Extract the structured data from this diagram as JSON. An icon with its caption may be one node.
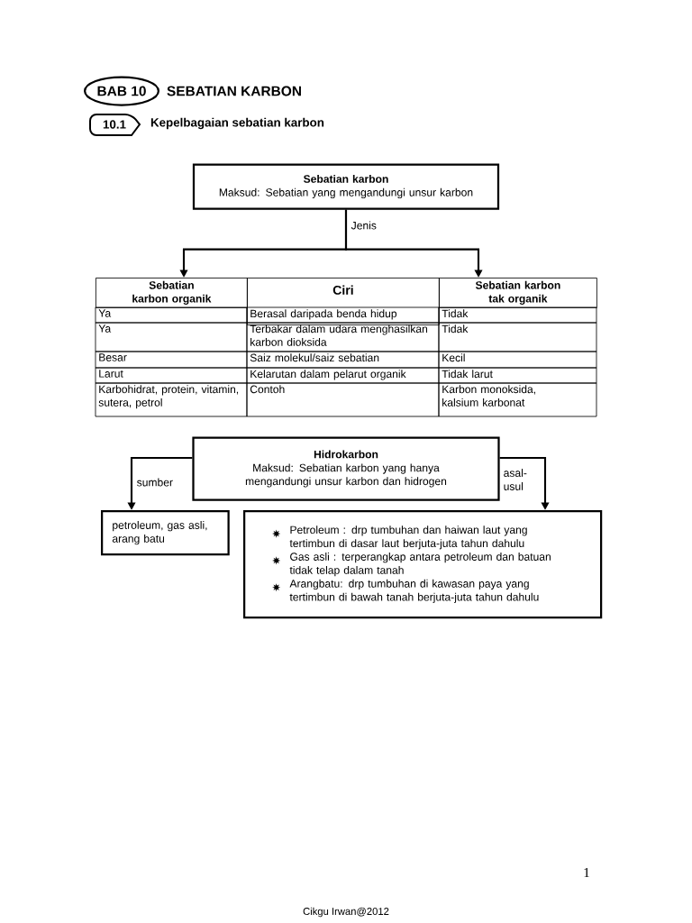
{
  "diagram": {
    "title": "SEBATIAN KARBON",
    "nodes": [
      {
        "text": [
          "BAB 10"
        ]
      },
      {
        "text": [
          "10.1"
        ]
      },
      {
        "text": [
          "Sebatian karbon",
          "Maksud: Sebatian yang mengandungi unsur karbon"
        ]
      },
      {
        "text": [
          "Sebatian karbon organik"
        ]
      },
      {
        "text": [
          "Sebatian karbon tak organik"
        ]
      },
      {
        "text": [
          "Hidrokarbon",
          "Maksud: Sebatian karbon yang hanya mengandungi unsur karbon dan hidrogen"
        ]
      },
      {
        "text": [
          "petroleum, gas asli, arang batu"
        ]
      },
      {
        "text": [
          "Petroleum : drp tumbuhan dan haiwan laut yang tertimbun di dasar laut berjuta-juta tahun dahulu",
          "Gas asli : terperangkap antara petroleum dan batuan tidak telap dalam tanah",
          "Arangbatu: drp tumbuhan di kawasan paya yang tertimbun di bawah tanah berjuta-juta tahun dahulu"
        ]
      }
    ],
    "edges": [
      {
        "from": 2,
        "to": 3,
        "arrow": "to",
        "label": "Jenis"
      },
      {
        "from": 2,
        "to": 4,
        "arrow": "to"
      },
      {
        "from": 5,
        "to": 6,
        "arrow": "to",
        "label": "sumber"
      },
      {
        "from": 5,
        "to": 7,
        "arrow": "to",
        "label": "asal-usul"
      }
    ],
    "labels": [
      "Kepelbagaian sebatian karbon",
      "Ciri",
      "Ya",
      "Berasal daripada benda hidup",
      "Tidak",
      "Ya",
      "Terbakar dalam udara menghasilkan karbon dioksida",
      "Tidak",
      "Besar",
      "Saiz molekul/saiz sebatian",
      "Kecil",
      "Larut",
      "Kelarutan dalam pelarut organik",
      "Tidak larut",
      "Karbohidrat, protein, vitamin, sutera, petrol",
      "Contoh",
      "Karbon monoksida, kalsium karbonat",
      "1",
      "Cikgu Irwan@2012"
    ]
  }
}
